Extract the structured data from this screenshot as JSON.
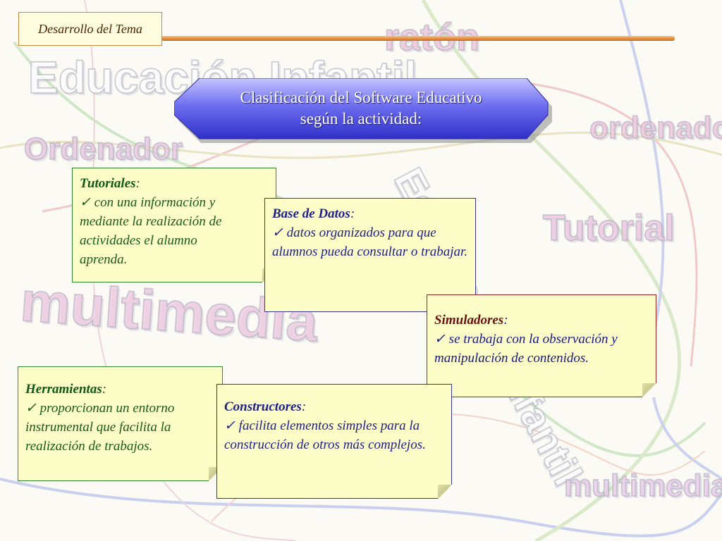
{
  "header": {
    "section_label": "Desarrollo del Tema"
  },
  "title": {
    "line1": "Clasificación del Software Educativo",
    "line2": "según la actividad:"
  },
  "watermarks": {
    "educacion_infantil": "Educación Infantil",
    "raton": "ratón",
    "ordenador_left": "Ordenador",
    "ordenador_right": "ordenador",
    "educacion_diagonal": "Educación Infantil",
    "tutorial": "Tutorial",
    "multimedia_big": "multimedia",
    "multimedia_small": "multimedia"
  },
  "cards": {
    "tutoriales": {
      "title": "Tutoriales",
      "colon": ":",
      "check": "✓",
      "body": "con una información y mediante la realización de actividades el alumno aprenda."
    },
    "base_datos": {
      "title": "Base de Datos",
      "colon": ":",
      "check": "✓",
      "body": "datos organizados para que alumnos pueda consultar o trabajar."
    },
    "simuladores": {
      "title": "Simuladores",
      "colon": ":",
      "check": "✓",
      "body": "se trabaja con la observación y manipulación de contenidos."
    },
    "herramientas": {
      "title": "Herramientas",
      "colon": ":",
      "check": "✓",
      "body": "proporcionan un entorno instrumental que facilita la realización de trabajos."
    },
    "constructores": {
      "title": "Constructores",
      "colon": ":",
      "check": "✓",
      "body": "facilita elementos simples para la construcción de otros más complejos."
    }
  },
  "colors": {
    "banner_light": "#b8b8ff",
    "banner_dark": "#3838d8",
    "header_line": "#e08a3a",
    "green_border": "#2f8a2f",
    "blue_border": "#3535a0",
    "red_border": "#a32222",
    "note_fill": "#fdfdc8"
  }
}
